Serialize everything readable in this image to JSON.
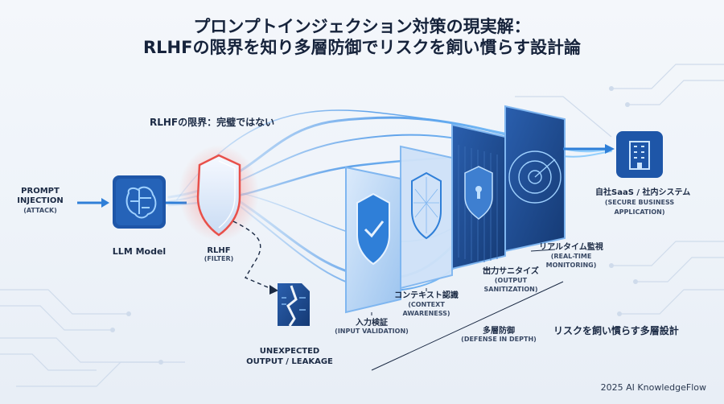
{
  "title_line1": "プロンプトインジェクション対策の現実解：",
  "title_line2": "RLHFの限界を知り多層防御でリスクを飼い慣らす設計論",
  "rlhf_limit_note": "RLHFの限界：完璧ではない",
  "attack": {
    "line1": "PROMPT",
    "line2": "INJECTION",
    "line3": "(ATTACK)"
  },
  "llm_label": "LLM Model",
  "rlhf": {
    "label": "RLHF",
    "sub": "(FILTER)"
  },
  "leak": {
    "line1": "UNEXPECTED",
    "line2": "OUTPUT / LEAKAGE"
  },
  "layers": [
    {
      "label": "入力検証",
      "sub": "(INPUT VALIDATION)"
    },
    {
      "label": "コンテキスト認識",
      "sub1": "(CONTEXT",
      "sub2": "AWARENESS)"
    },
    {
      "label": "出力サニタイズ",
      "sub1": "(OUTPUT",
      "sub2": "SANITIZATION)"
    },
    {
      "label": "リアルタイム監視",
      "sub1": "(REAL-TIME",
      "sub2": "MONITORING)"
    }
  ],
  "defense_in_depth": {
    "label": "多層防御",
    "sub": "(DEFENSE IN DEPTH)"
  },
  "tame_risk": "リスクを飼い慣らす多層設計",
  "app": {
    "label": "自社SaaS / 社内システム",
    "sub1": "(SECURE BUSINESS",
    "sub2": "APPLICATION)"
  },
  "footer": "2025 AI KnowledgeFlow",
  "colors": {
    "accent": "#2f7fd8",
    "dark_blue": "#1d4f9c",
    "alert_red": "#e8504a"
  }
}
